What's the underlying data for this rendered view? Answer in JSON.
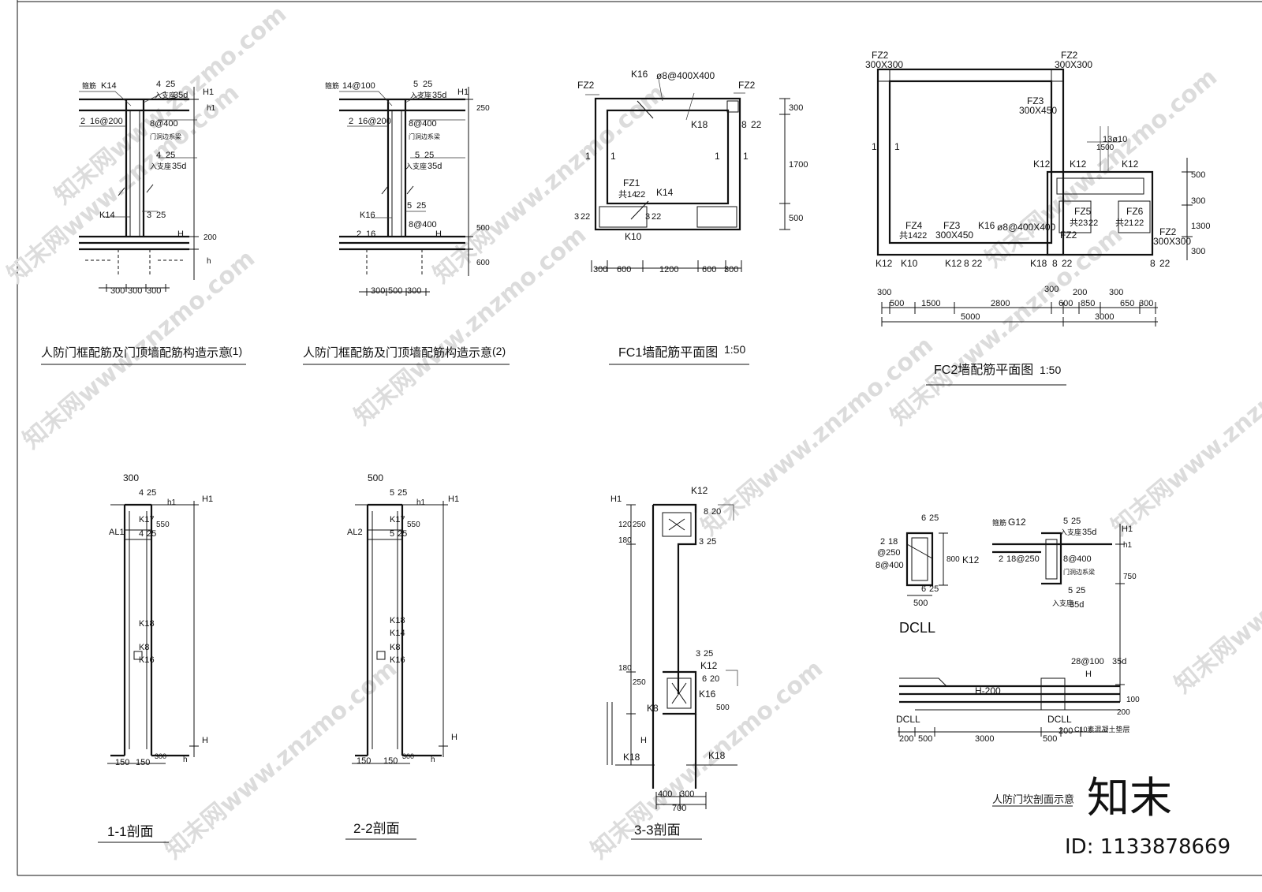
{
  "drawings": {
    "door_frame_1": {
      "title": "人防门框配筋及门顶墙配筋构造示意",
      "num": "(1)",
      "labels": [
        "箍筋",
        "K14",
        "4",
        "25",
        "入支座",
        "35d",
        "H1",
        "2",
        "16@200",
        "8@400",
        "门洞边系梁",
        "4",
        "25",
        "入支座",
        "35d",
        "K14",
        "3",
        "25",
        "H",
        "h1",
        "200",
        "h",
        "300",
        "300",
        "300"
      ]
    },
    "door_frame_2": {
      "title": "人防门框配筋及门顶墙配筋构造示意",
      "num": "(2)",
      "labels": [
        "箍筋",
        "14@100",
        "5",
        "25",
        "入支座",
        "35d",
        "H1",
        "2",
        "16@200",
        "8@400",
        "门洞边系梁",
        "5",
        "25",
        "入支座",
        "35d",
        "K16",
        "5",
        "25",
        "2",
        "16",
        "8@400",
        "H",
        "250",
        "500",
        "600",
        "300",
        "500",
        "300"
      ]
    },
    "fc1": {
      "title": "FC1墙配筋平面图",
      "scale": "1:50",
      "labels": [
        "FZ2",
        "K16",
        "ø8@400X400",
        "FZ2",
        "K18",
        "8",
        "22",
        "FZ1",
        "共14",
        "22",
        "K14",
        "3",
        "22",
        "3",
        "22",
        "K10",
        "300",
        "1700",
        "500",
        "300",
        "600",
        "1200",
        "600",
        "300",
        "1",
        "1",
        "1",
        "1"
      ]
    },
    "fc2": {
      "title": "FC2墙配筋平面图",
      "scale": "1:50",
      "labels": [
        "FZ2",
        "300X300",
        "FZ2",
        "300X300",
        "FZ3",
        "300X450",
        "1",
        "1",
        "K12",
        "K12",
        "K12",
        "13ø10",
        "1500",
        "500",
        "300",
        "1300",
        "300",
        "FZ5",
        "共23",
        "22",
        "FZ6",
        "共21",
        "22",
        "FZ4",
        "共14",
        "22",
        "FZ3",
        "300X450",
        "K16",
        "ø8@400X400",
        "FZ2",
        "FZ2",
        "300X300",
        "K12",
        "K10",
        "K12",
        "8",
        "22",
        "K18",
        "8",
        "22",
        "8",
        "22",
        "300",
        "300",
        "200",
        "300",
        "500",
        "1500",
        "2800",
        "600",
        "850",
        "650",
        "300",
        "5000",
        "3000"
      ]
    },
    "sec_1_1": {
      "title": "1-1剖面",
      "labels": [
        "300",
        "4",
        "25",
        "h1",
        "H1",
        "K17",
        "550",
        "AL1",
        "4",
        "25",
        "K18",
        "K8",
        "K16",
        "H",
        "150",
        "150",
        "h",
        "300"
      ]
    },
    "sec_2_2": {
      "title": "2-2剖面",
      "labels": [
        "500",
        "5",
        "25",
        "h1",
        "H1",
        "K17",
        "550",
        "AL2",
        "5",
        "25",
        "K18",
        "K14",
        "K8",
        "K16",
        "H",
        "150",
        "150",
        "h",
        "300"
      ]
    },
    "sec_3_3": {
      "title": "3-3剖面",
      "labels": [
        "H1",
        "K12",
        "8",
        "20",
        "250",
        "120",
        "180",
        "3",
        "25",
        "3",
        "25",
        "K12",
        "6",
        "20",
        "180",
        "250",
        "K16",
        "K8",
        "500",
        "H",
        "K18",
        "K18",
        "400",
        "300",
        "700"
      ]
    },
    "dcll_detail": {
      "title": "人防门坎剖面示意",
      "labels": [
        "6",
        "25",
        "2",
        "18",
        "@250",
        "8@400",
        "800",
        "K12",
        "6",
        "25",
        "500",
        "DCLL",
        "箍筋",
        "G12",
        "5",
        "25",
        "入支座",
        "35d",
        "2",
        "18@250",
        "8@400",
        "门洞边系梁",
        "5",
        "25",
        "入支座",
        "35d",
        "H1",
        "h1",
        "750",
        "28@100",
        "35d",
        "H",
        "H-200",
        "DCLL",
        "DCLL",
        "C10素混凝土垫层",
        "200",
        "500",
        "3000",
        "500",
        "200",
        "100",
        "200"
      ]
    }
  },
  "watermark": {
    "text": "知末网www.znzmo.com",
    "brand_cn": "知末",
    "id_text": "ID: 1133878669"
  },
  "colors": {
    "ink": "#111111",
    "watermark": "#dcdcdc",
    "brand": "#9a9a9a"
  }
}
